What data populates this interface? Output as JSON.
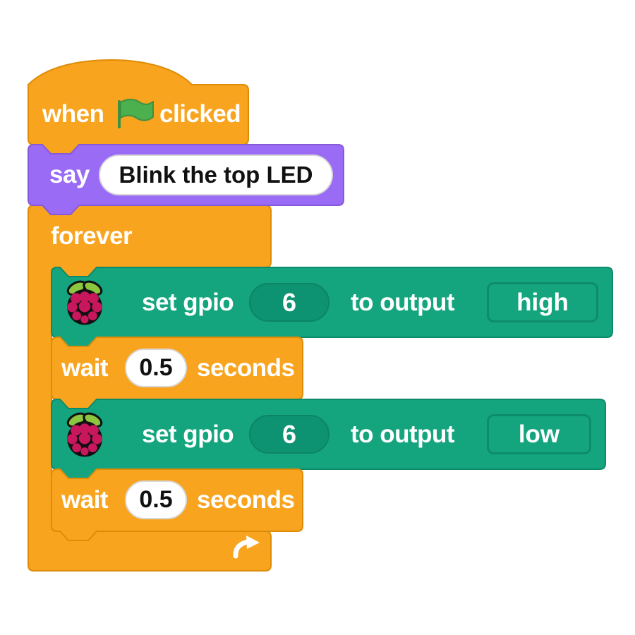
{
  "palette": {
    "block_orange": "#F8A41E",
    "block_orange_border": "#DE8C06",
    "block_purple": "#9A6BF5",
    "block_purple_border": "#8659DB",
    "block_teal": "#14A57F",
    "block_teal_border": "#0D8A69",
    "input_teal_dark": "#0E9372",
    "flag_green": "#4CB04F",
    "berry_red": "#C8175D",
    "leaf_green": "#8CC63F",
    "input_white": "#FFFFFF",
    "input_text_dark": "#111111"
  },
  "icons": {
    "flag": "green-flag-icon",
    "extension": "raspberry-pi-icon",
    "loop": "loop-arrow-icon"
  },
  "script": {
    "when_flag_clicked": {
      "before": "when",
      "after": "clicked"
    },
    "say": {
      "label": "say",
      "message": "Blink the top LED"
    },
    "forever": {
      "label": "forever"
    },
    "set_gpio_1": {
      "set": "set gpio",
      "pin": "6",
      "to": "to output",
      "value": "high"
    },
    "wait_1": {
      "wait": "wait",
      "duration": "0.5",
      "unit": "seconds"
    },
    "set_gpio_2": {
      "set": "set gpio",
      "pin": "6",
      "to": "to output",
      "value": "low"
    },
    "wait_2": {
      "wait": "wait",
      "duration": "0.5",
      "unit": "seconds"
    }
  }
}
